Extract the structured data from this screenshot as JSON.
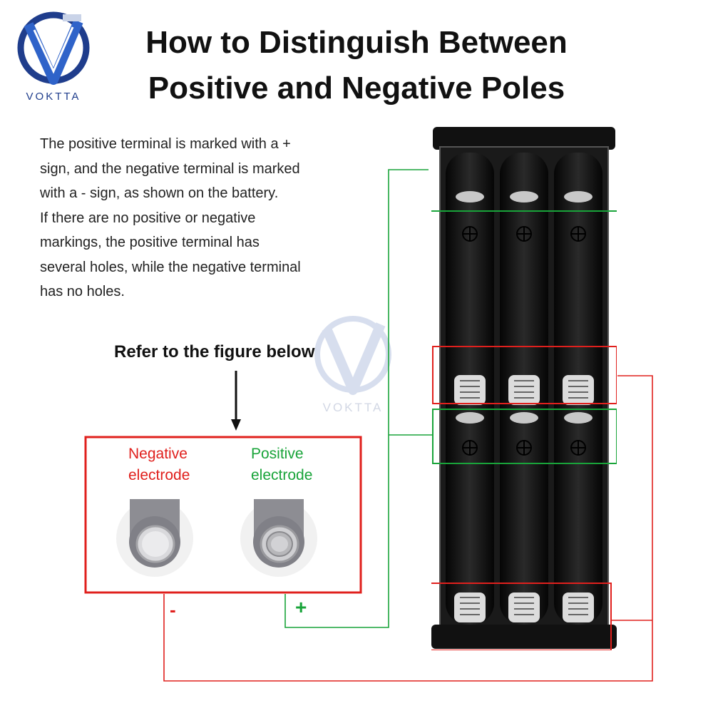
{
  "brand": {
    "name": "VOKTTA"
  },
  "title": {
    "line1": "How to Distinguish Between",
    "line2": "Positive and Negative Poles"
  },
  "description": {
    "lines": [
      "The positive terminal is marked with a +",
      "sign, and the negative terminal is marked",
      "with a - sign, as shown on the battery.",
      "If there are no positive or negative",
      "markings, the positive terminal has",
      "several holes, while the negative terminal",
      "has no holes."
    ]
  },
  "refer_text": "Refer to the figure below",
  "electrodes": {
    "negative": {
      "line1": "Negative",
      "line2": "electrode",
      "symbol": "-"
    },
    "positive": {
      "line1": "Positive",
      "line2": "electrode",
      "symbol": "+"
    }
  },
  "colors": {
    "negative": "#e0201d",
    "positive": "#19a43a",
    "logo_blue": "#1f3d8c",
    "holder": "#111111"
  },
  "icons": [
    "voktta-logo",
    "down-arrow-icon",
    "battery-holder",
    "battery-cell-negative",
    "battery-cell-positive"
  ]
}
